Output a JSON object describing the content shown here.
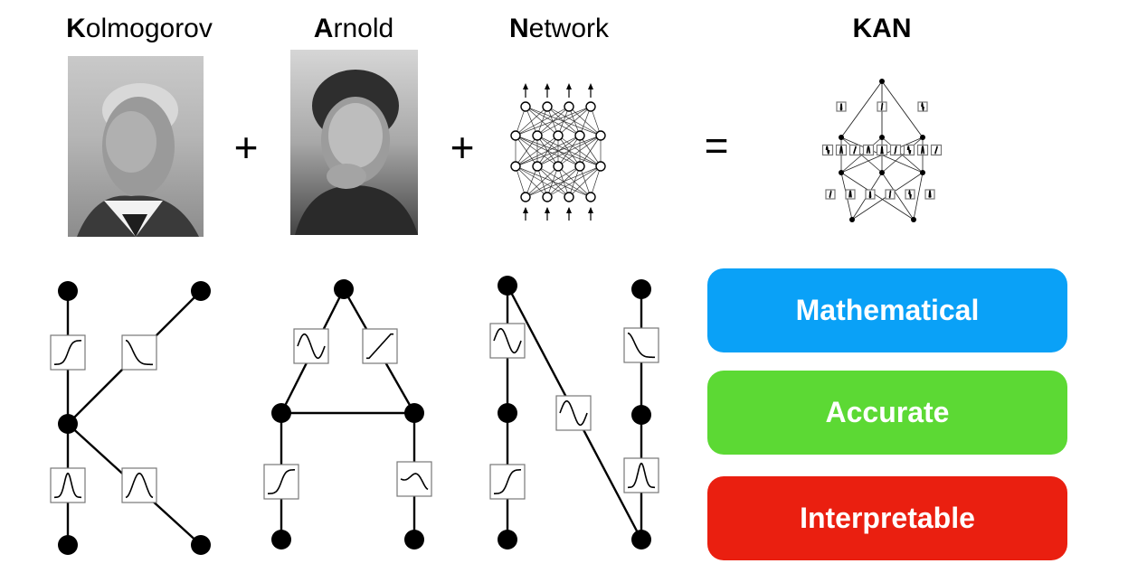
{
  "headings": {
    "kolmogorov": {
      "initial": "K",
      "rest": "olmogorov"
    },
    "arnold": {
      "initial": "A",
      "rest": "rnold"
    },
    "network": {
      "initial": "N",
      "rest": "etwork"
    },
    "kan": "KAN"
  },
  "operators": {
    "plus1": "+",
    "plus2": "+",
    "equals": "="
  },
  "properties": [
    {
      "label": "Mathematical",
      "color": "#0AA1F7"
    },
    {
      "label": "Accurate",
      "color": "#5CD934"
    },
    {
      "label": "Interpretable",
      "color": "#EA1F10"
    }
  ]
}
